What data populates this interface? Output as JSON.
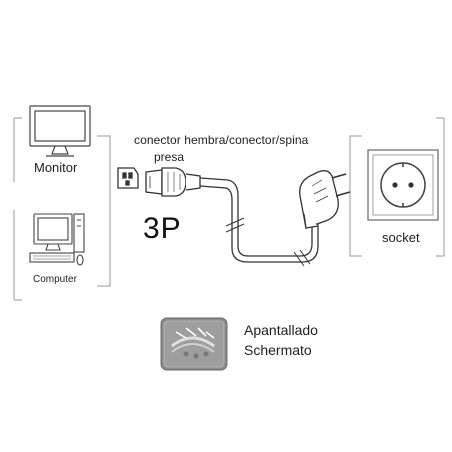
{
  "labels": {
    "monitor": "Monitor",
    "computer": "Computer",
    "connector_line1": "conector hembra/conector/spina",
    "connector_line2": "presa",
    "pins": "3P",
    "socket": "socket",
    "shield_line1": "Apantallado",
    "shield_line2": "Schermato"
  },
  "icons": {
    "monitor": "monitor-icon",
    "computer": "desktop-computer-icon",
    "iec_inlet": "iec-c14-inlet-icon",
    "iec_plug": "iec-c13-plug-icon",
    "schuko_plug": "schuko-plug-icon",
    "wall_socket": "wall-socket-icon",
    "shield": "shielded-cable-icon"
  },
  "colors": {
    "line": "#555555",
    "frame": "#9a9a9a",
    "text": "#1e1e1e",
    "badge": "#8a8a8a"
  }
}
